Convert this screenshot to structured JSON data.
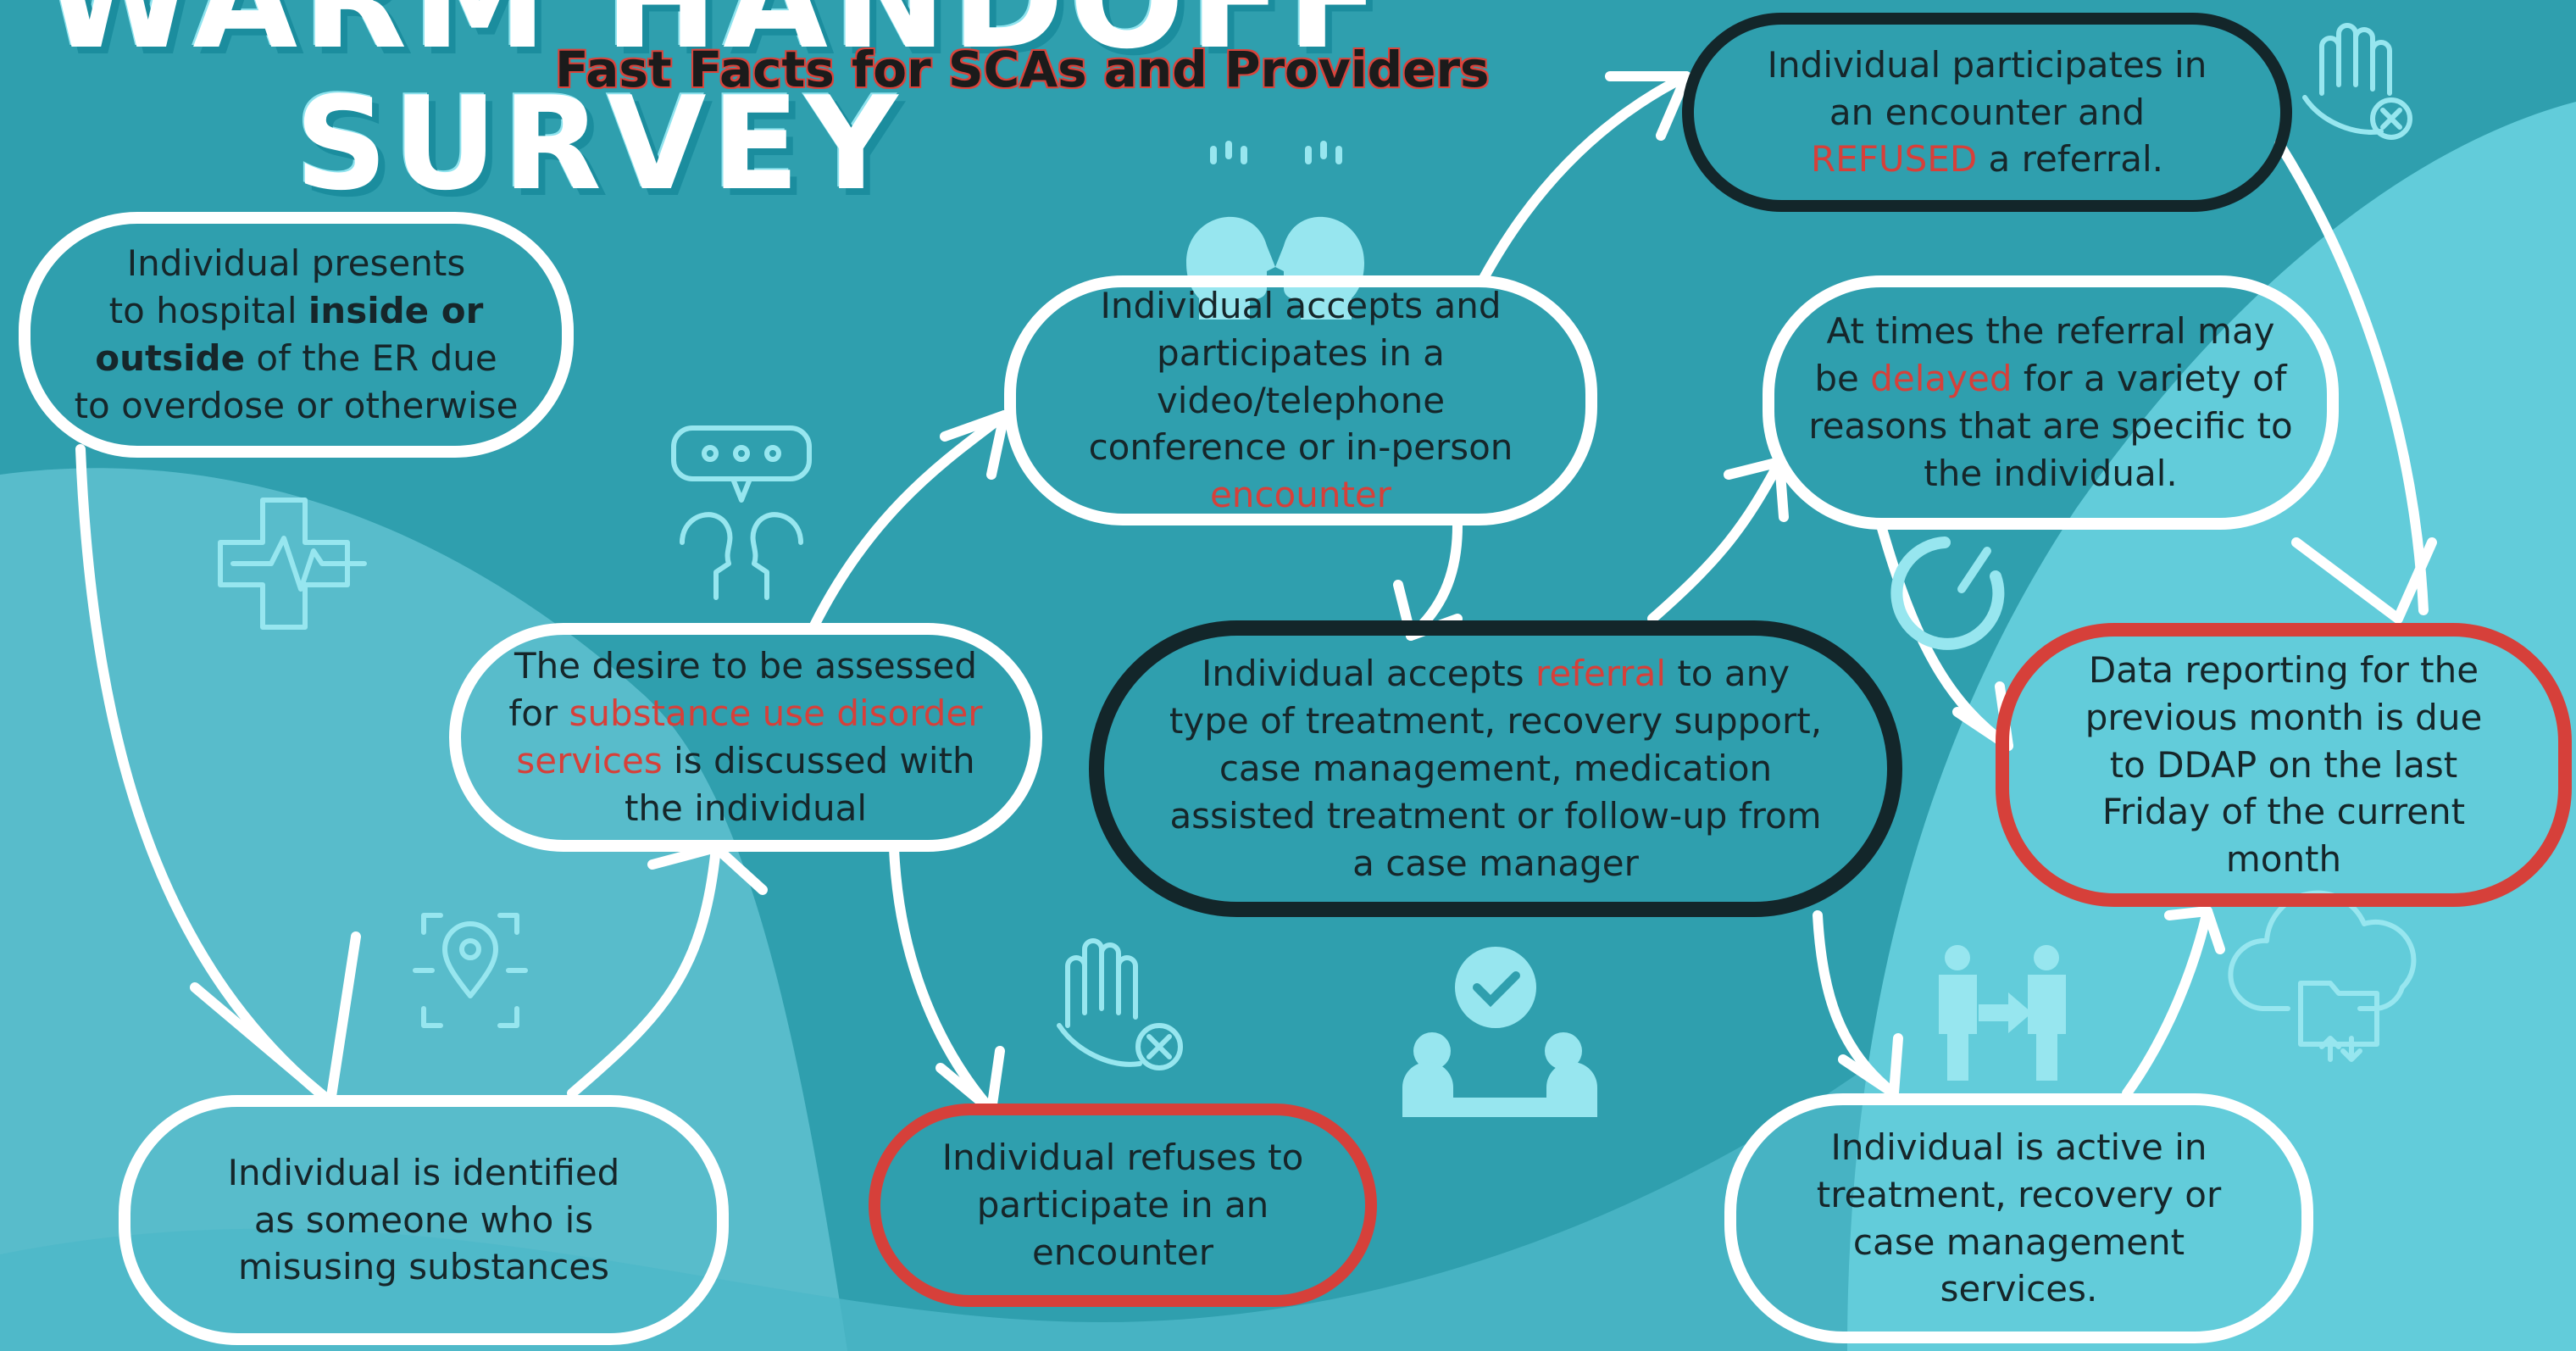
{
  "title": {
    "line1": "WARM HANDOFF",
    "line2": "SURVEY",
    "subtitle": "Fast Facts for SCAs and Providers"
  },
  "colors": {
    "background": "#2f9fae",
    "light_wave": "#5fcad8",
    "white_border": "#ffffff",
    "dark_border": "#13262a",
    "red_border": "#d6403a",
    "highlight_text": "#d6403a",
    "icon_color": "#97e6ef"
  },
  "nodes": {
    "presents": {
      "p1": "Individual presents",
      "p2": "to hospital ",
      "p3": "inside or",
      "p4": "outside",
      "p5": " of the ER due",
      "p6": "to overdose or otherwise"
    },
    "identified": {
      "text": "Individual is identified as someone who is misusing substances"
    },
    "desire": {
      "p1": "The desire to be assessed for ",
      "p2": "substance use disorder services",
      "p3": " is discussed with the individual"
    },
    "refuses_participate": {
      "text": "Individual refuses to participate in an encounter"
    },
    "accepts_participates": {
      "p1": "Individual accepts and participates in a video/telephone conference or in-person ",
      "p2": "encounter"
    },
    "refused_referral": {
      "p1": "Individual participates in an encounter and ",
      "p2": "REFUSED",
      "p3": " a referral."
    },
    "delayed": {
      "p1": "At times the referral may be ",
      "p2": "delayed",
      "p3": " for a variety of reasons that are specific to the individual."
    },
    "accepts_referral": {
      "p1": "Individual accepts ",
      "p2": "referral",
      "p3": " to any type of treatment, recovery support, case management, medication assisted treatment or follow-up from a case manager"
    },
    "active": {
      "text": "Individual is active in treatment, recovery or case management services."
    },
    "data_reporting": {
      "text": "Data reporting for the previous month is due to DDAP on the last Friday of the current month"
    }
  },
  "icons": [
    "medical-cross-heartbeat-icon",
    "speech-bubble-people-icon",
    "location-pin-icon",
    "thinking-heads-icon",
    "stop-hand-icon",
    "checkmark-meeting-icon",
    "stop-hand-icon",
    "timer-icon",
    "handoff-people-icon",
    "cloud-folder-icon"
  ]
}
